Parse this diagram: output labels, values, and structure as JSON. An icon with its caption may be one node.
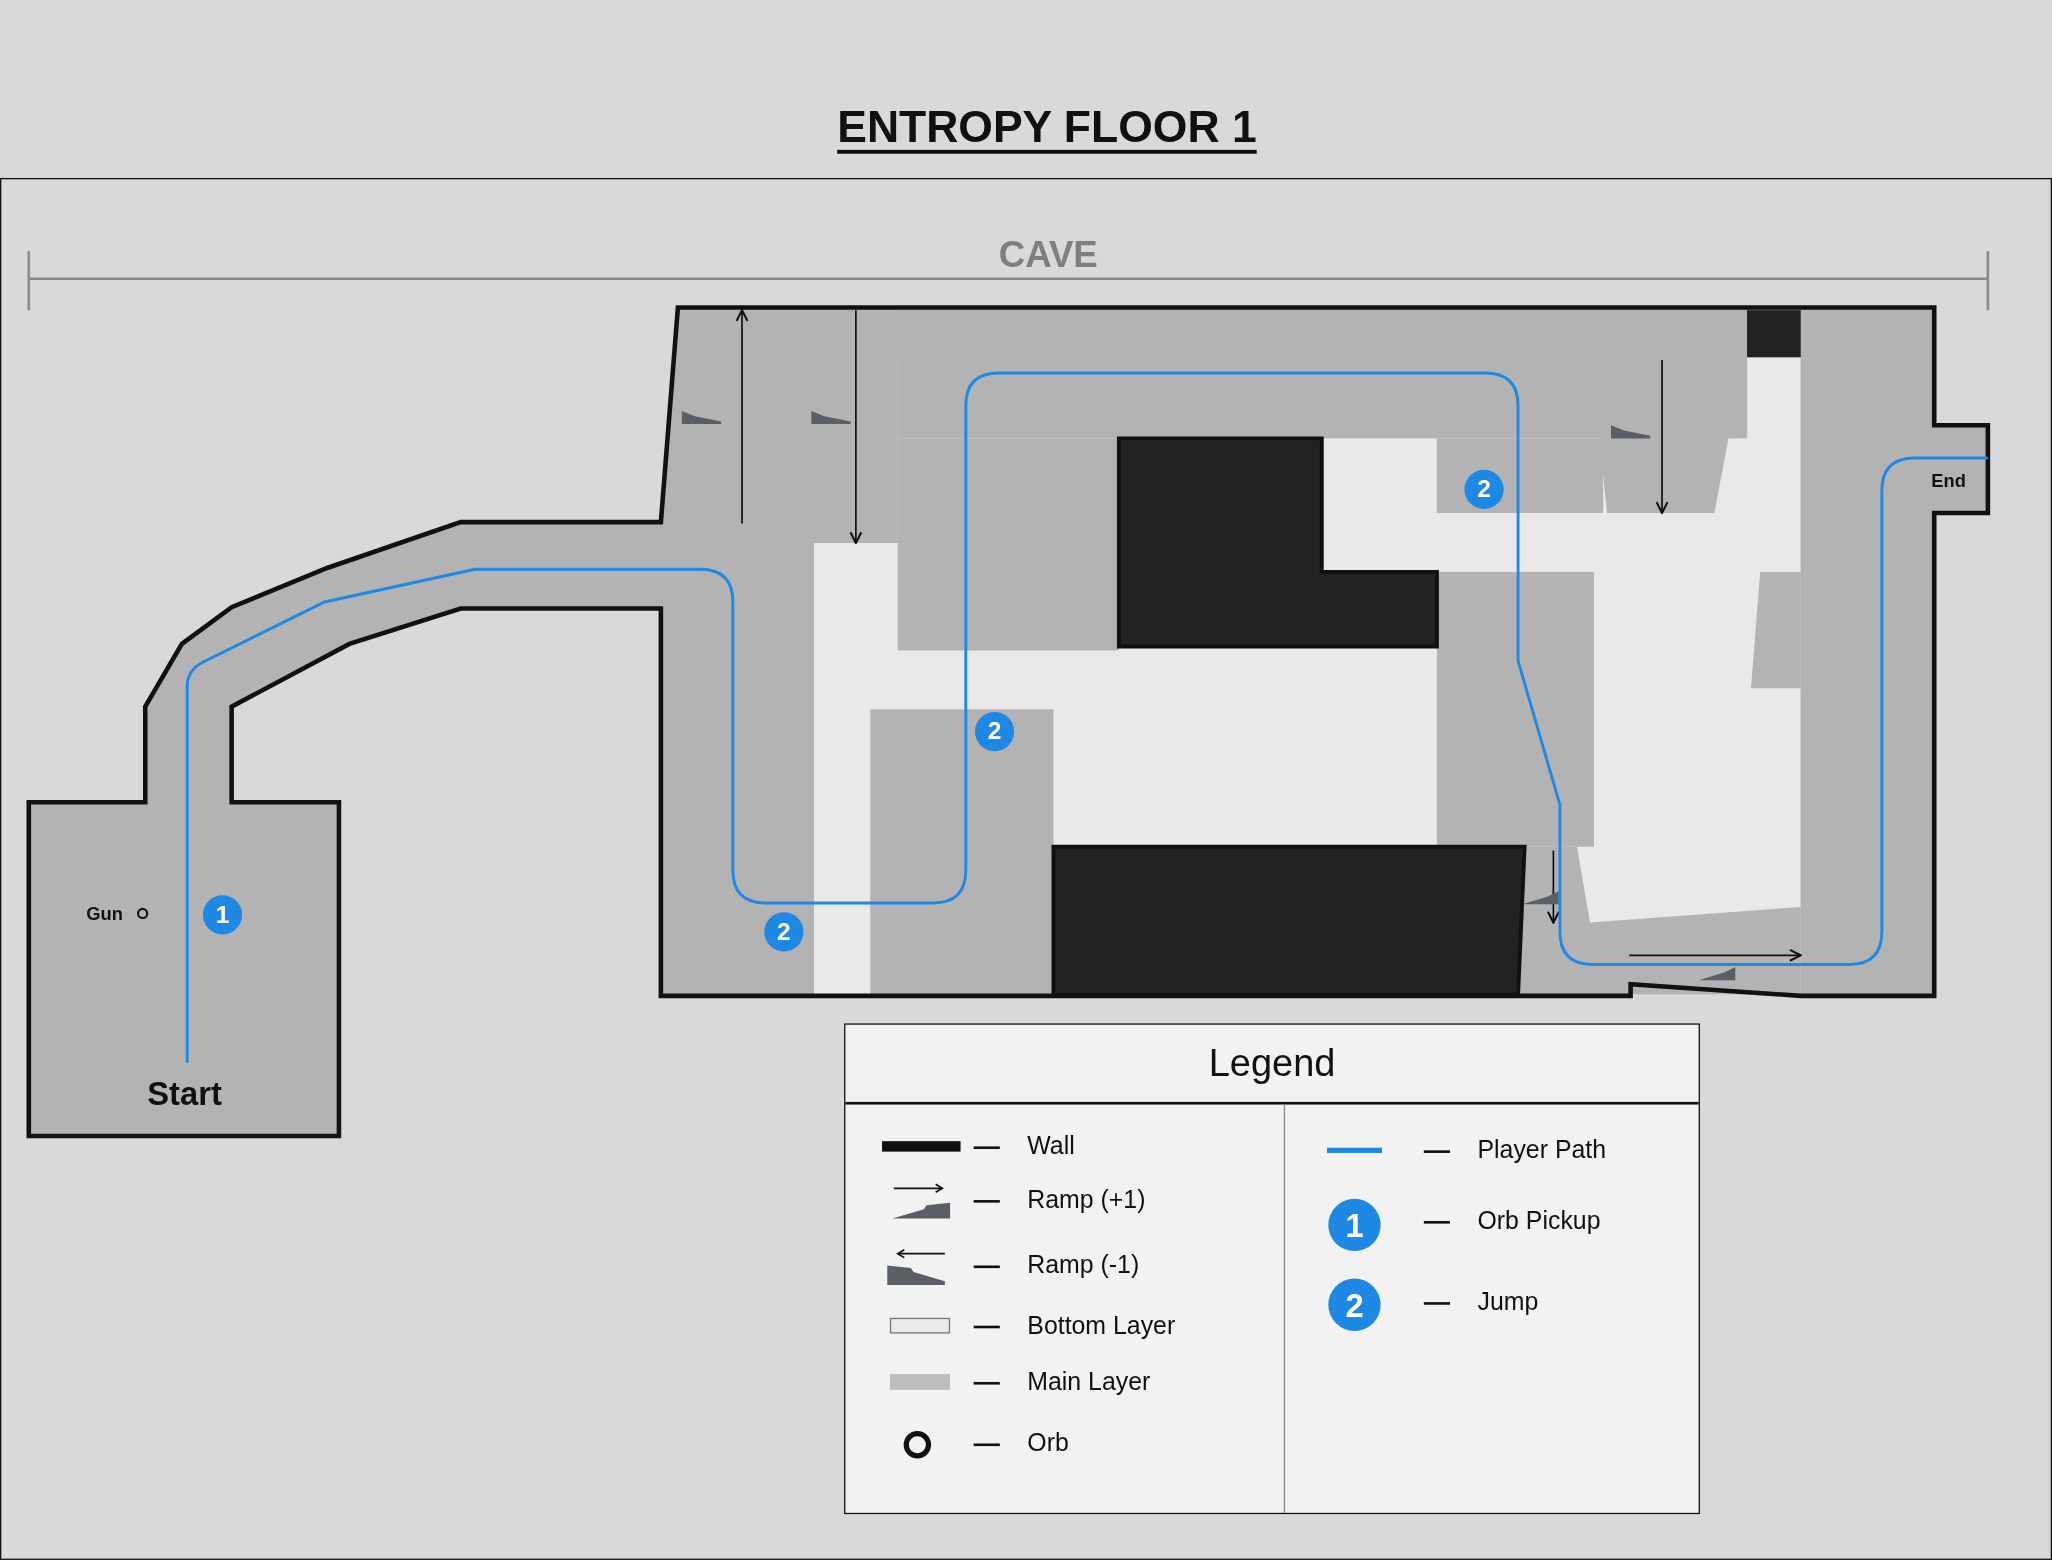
{
  "diagram": {
    "title": "ENTROPY FLOOR 1",
    "labels": [
      "CAVE",
      "2",
      "End",
      "2",
      "Gun",
      "1",
      "2",
      "Start",
      "Legend",
      "1",
      "2"
    ],
    "legend": [
      {
        "text": "Wall"
      },
      {
        "text": "Ramp (+1)"
      },
      {
        "text": "Ramp (-1)"
      },
      {
        "text": "Bottom Layer",
        "color": "#ebebeb"
      },
      {
        "text": "Main Layer",
        "color": "#bdbdbd"
      },
      {
        "text": "Orb"
      },
      {
        "text": "Player Path"
      },
      {
        "text": "Orb Pickup"
      },
      {
        "text": "Jump"
      }
    ]
  }
}
